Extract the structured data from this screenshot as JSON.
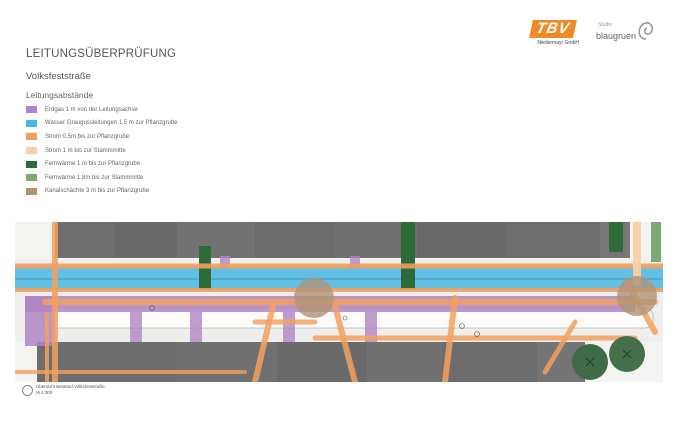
{
  "logos": {
    "tbv": {
      "name": "TBV",
      "subtitle": "Niedermayr GmbH"
    },
    "blaugruen": {
      "prefix": "Studio",
      "name": "blaugruen"
    }
  },
  "title": "LEITUNGSÜBERPRÜFUNG",
  "subtitle": "Volksfeststraße",
  "legend": {
    "title": "Leitungsabstände",
    "items": [
      {
        "label": "Erdgas 1 m von der Leitungsachse",
        "color": "#b085c3"
      },
      {
        "label": "Wasser Graugussleitungen 1,5 m zur Pflanzgrube",
        "color": "#4ab7e3"
      },
      {
        "label": "Strom 0,5m bis zur Pflanzgrube",
        "color": "#f2a05e"
      },
      {
        "label": "Strom 1 m bis zur Stammmitte",
        "color": "#f7cfa6"
      },
      {
        "label": "Fernwärme 1 m bis zur Pflanzgrube",
        "color": "#2e6b3a"
      },
      {
        "label": "Fernwärme 1,8m bis zur Stammmitte",
        "color": "#7fa87a"
      },
      {
        "label": "Kanalschächte 3 m bis zur Pflanzgrube",
        "color": "#b09375"
      }
    ]
  },
  "caption": {
    "line1": "Übersicht Bestand Volksfeststraße",
    "line2": "M 1:300"
  }
}
